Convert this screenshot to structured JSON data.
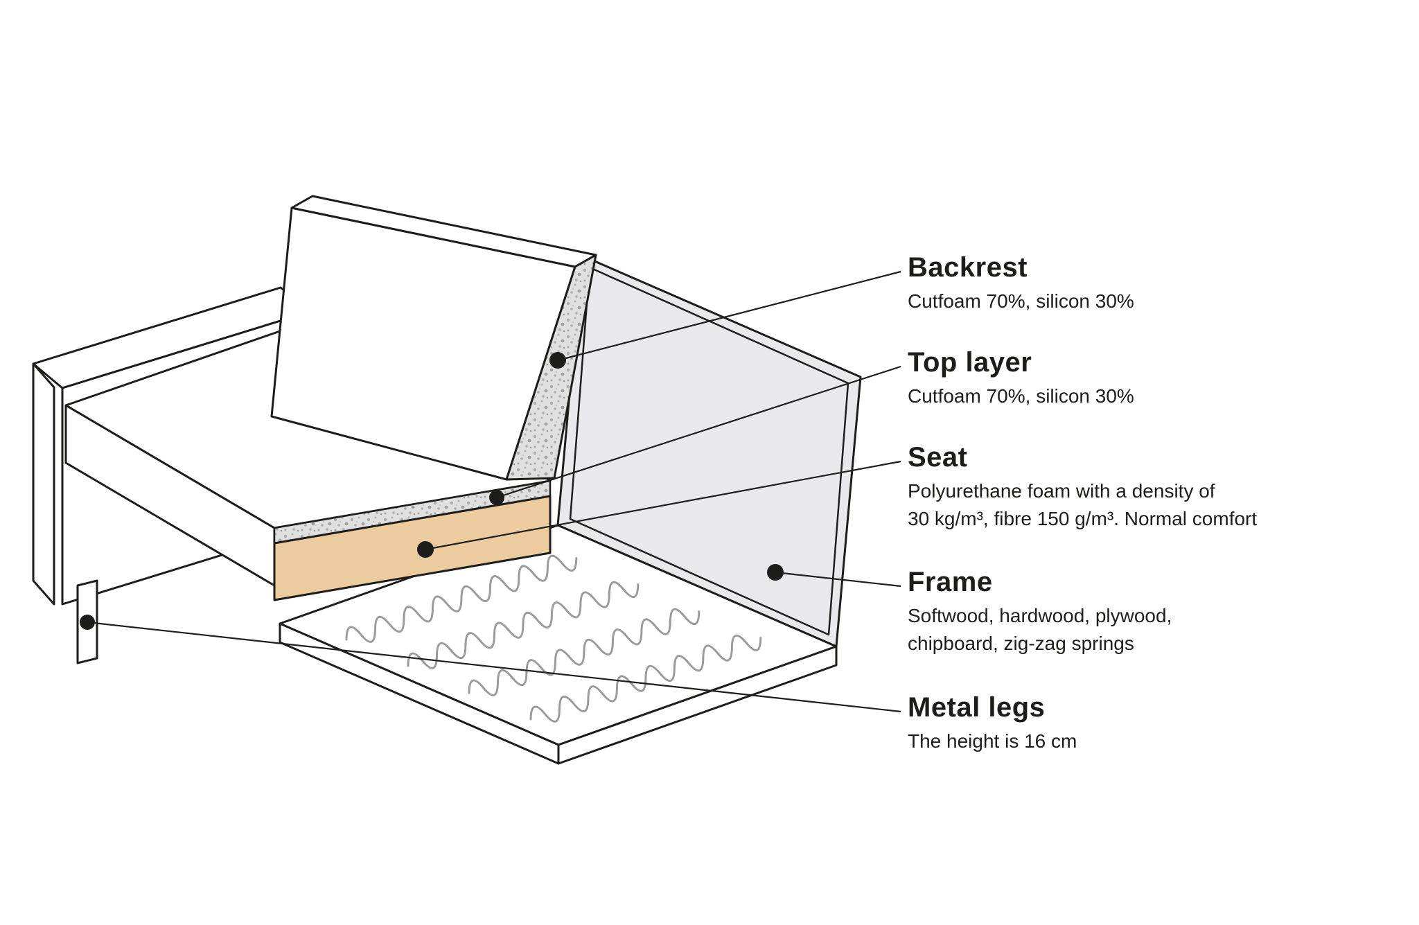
{
  "labels": [
    {
      "title": "Backrest",
      "desc": [
        "Cutfoam 70%, silicon 30%"
      ]
    },
    {
      "title": "Top layer",
      "desc": [
        "Cutfoam 70%, silicon 30%"
      ]
    },
    {
      "title": "Seat",
      "desc": [
        "Polyurethane foam with a density of",
        "30 kg/m³, fibre 150 g/m³. Normal comfort"
      ]
    },
    {
      "title": "Frame",
      "desc": [
        "Softwood, hardwood, plywood,",
        "chipboard, zig-zag springs"
      ]
    },
    {
      "title": "Metal legs",
      "desc": [
        "The height is 16 cm"
      ]
    }
  ],
  "colors": {
    "line": "#1d1d1b",
    "frame_fill": "#e9e9ec",
    "seat_foam_tan": "#eccb9e",
    "speckle_base": "#e0e0e0",
    "speckle_dot": "#a9a9a9",
    "spring": "#9b9b9b",
    "background": "#ffffff"
  }
}
